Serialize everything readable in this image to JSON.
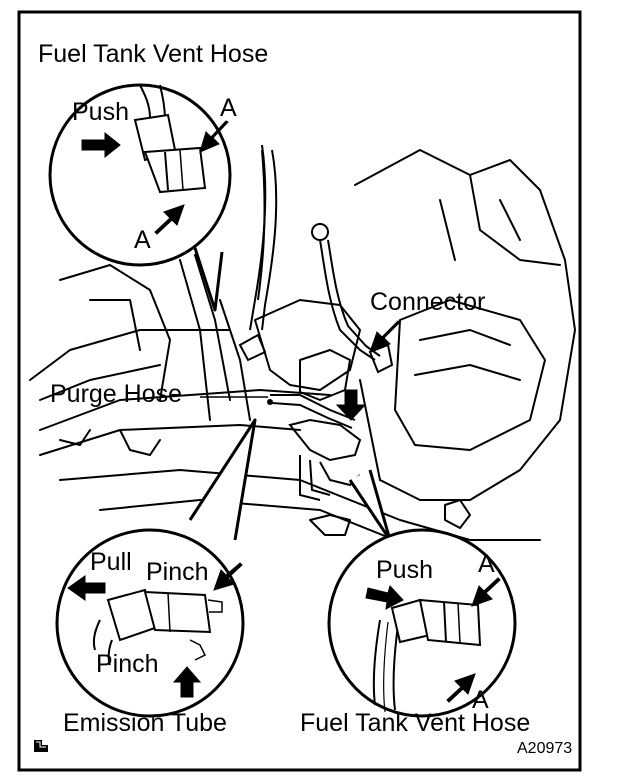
{
  "labels": {
    "fuel_tank_vent_hose_top": "Fuel Tank Vent Hose",
    "push_top": "Push",
    "a_top_right": "A",
    "a_top_bottom": "A",
    "connector": "Connector",
    "purge_hose": "Purge Hose",
    "pull": "Pull",
    "pinch_upper": "Pinch",
    "pinch_lower": "Pinch",
    "push_bottom": "Push",
    "a_bottom_upper": "A",
    "a_bottom_lower": "A",
    "emission_tube": "Emission Tube",
    "fuel_tank_vent_hose_bottom": "Fuel Tank Vent Hose",
    "figure_code": "A20973"
  },
  "icons": {
    "corner_mark": "book-icon"
  }
}
